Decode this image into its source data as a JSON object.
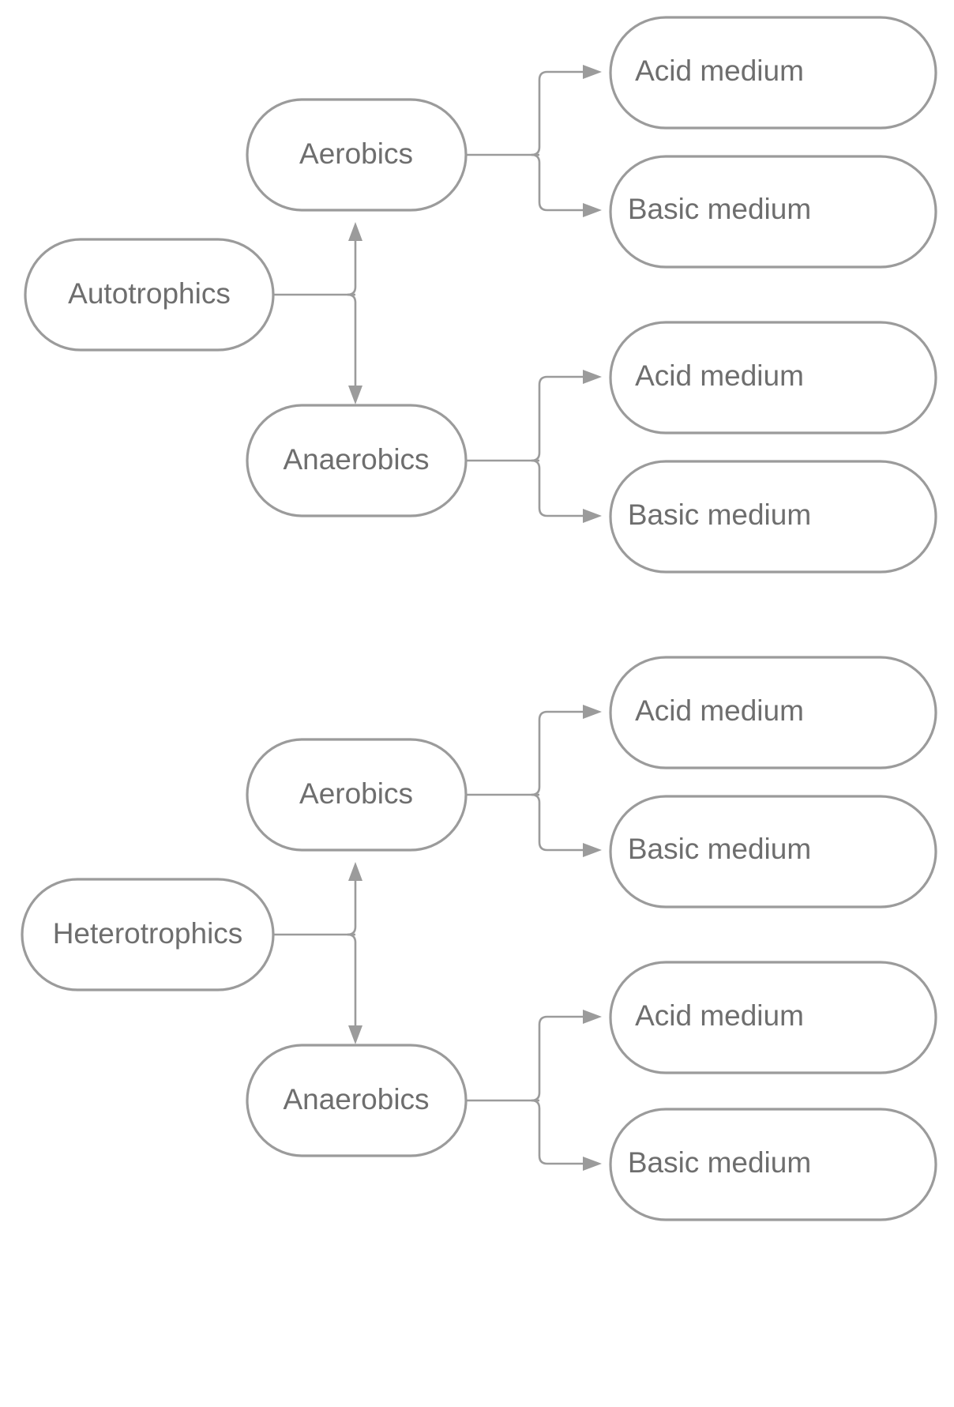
{
  "diagram": {
    "type": "classification-tree",
    "background_color": "#ffffff",
    "stroke_color": "#9b9b9b",
    "text_color": "#6e6e6e",
    "sections": [
      {
        "id": "autotrophics-section",
        "root": {
          "label": "Autotrophics"
        },
        "branches": [
          {
            "label": "Aerobics",
            "children": [
              {
                "label": "Acid medium"
              },
              {
                "label": "Basic medium"
              }
            ]
          },
          {
            "label": "Anaerobics",
            "children": [
              {
                "label": "Acid medium"
              },
              {
                "label": "Basic medium"
              }
            ]
          }
        ]
      },
      {
        "id": "heterotrophics-section",
        "root": {
          "label": "Heterotrophics"
        },
        "branches": [
          {
            "label": "Aerobics",
            "children": [
              {
                "label": "Acid medium"
              },
              {
                "label": "Basic medium"
              }
            ]
          },
          {
            "label": "Anaerobics",
            "children": [
              {
                "label": "Acid medium"
              },
              {
                "label": "Basic medium"
              }
            ]
          }
        ]
      }
    ]
  },
  "labels": {
    "s1_root": "Autotrophics",
    "s1_aerobics": "Aerobics",
    "s1_anaerobics": "Anaerobics",
    "s1_aer_acid": "Acid medium",
    "s1_aer_basic": "Basic medium",
    "s1_ana_acid": "Acid medium",
    "s1_ana_basic": "Basic medium",
    "s2_root": "Heterotrophics",
    "s2_aerobics": "Aerobics",
    "s2_anaerobics": "Anaerobics",
    "s2_aer_acid": "Acid medium",
    "s2_aer_basic": "Basic medium",
    "s2_ana_acid": "Acid medium",
    "s2_ana_basic": "Basic medium"
  }
}
